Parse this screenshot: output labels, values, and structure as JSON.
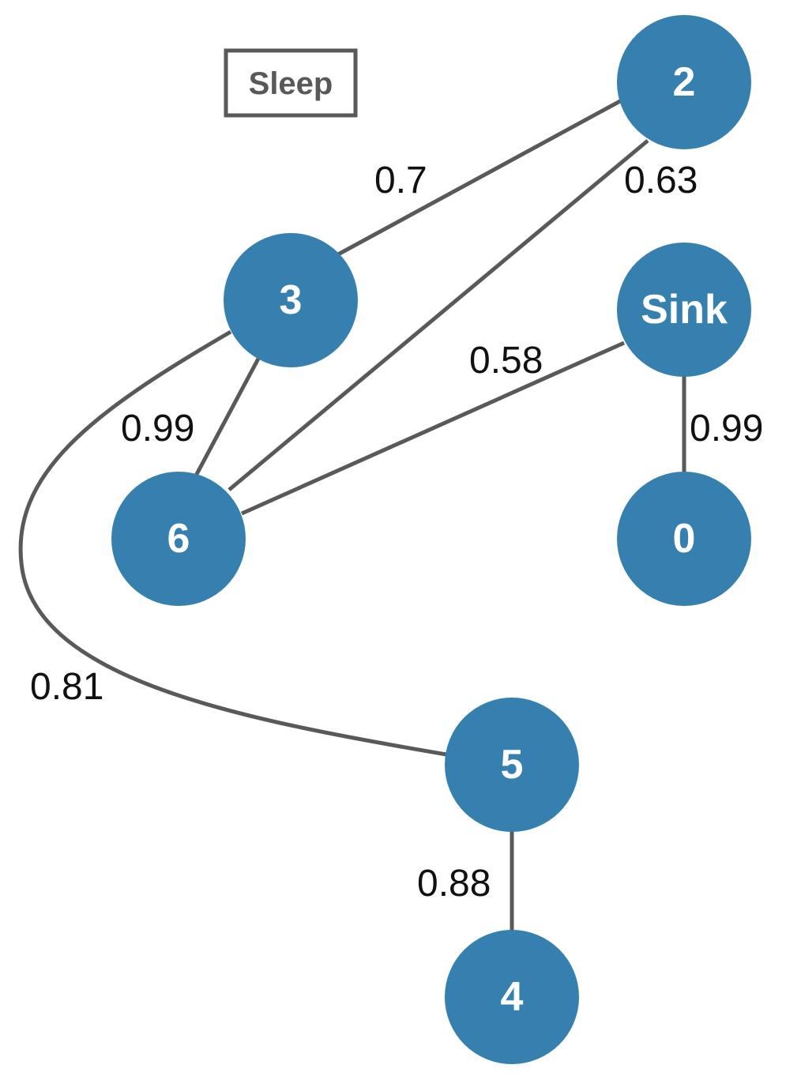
{
  "legend": {
    "label": "Sleep"
  },
  "colors": {
    "node_fill": "#3580AE",
    "edge": "#595959",
    "legend_border": "#595959"
  },
  "nodes": [
    {
      "id": "2",
      "label": "2"
    },
    {
      "id": "3",
      "label": "3"
    },
    {
      "id": "sink",
      "label": "Sink"
    },
    {
      "id": "6",
      "label": "6"
    },
    {
      "id": "0",
      "label": "0"
    },
    {
      "id": "5",
      "label": "5"
    },
    {
      "id": "4",
      "label": "4"
    }
  ],
  "edges": [
    {
      "from": "2",
      "to": "3",
      "weight": "0.7"
    },
    {
      "from": "2",
      "to": "6",
      "weight": "0.63"
    },
    {
      "from": "sink",
      "to": "6",
      "weight": "0.58"
    },
    {
      "from": "3",
      "to": "6",
      "weight": "0.99"
    },
    {
      "from": "sink",
      "to": "0",
      "weight": "0.99"
    },
    {
      "from": "3",
      "to": "5",
      "weight": "0.81"
    },
    {
      "from": "5",
      "to": "4",
      "weight": "0.88"
    }
  ]
}
